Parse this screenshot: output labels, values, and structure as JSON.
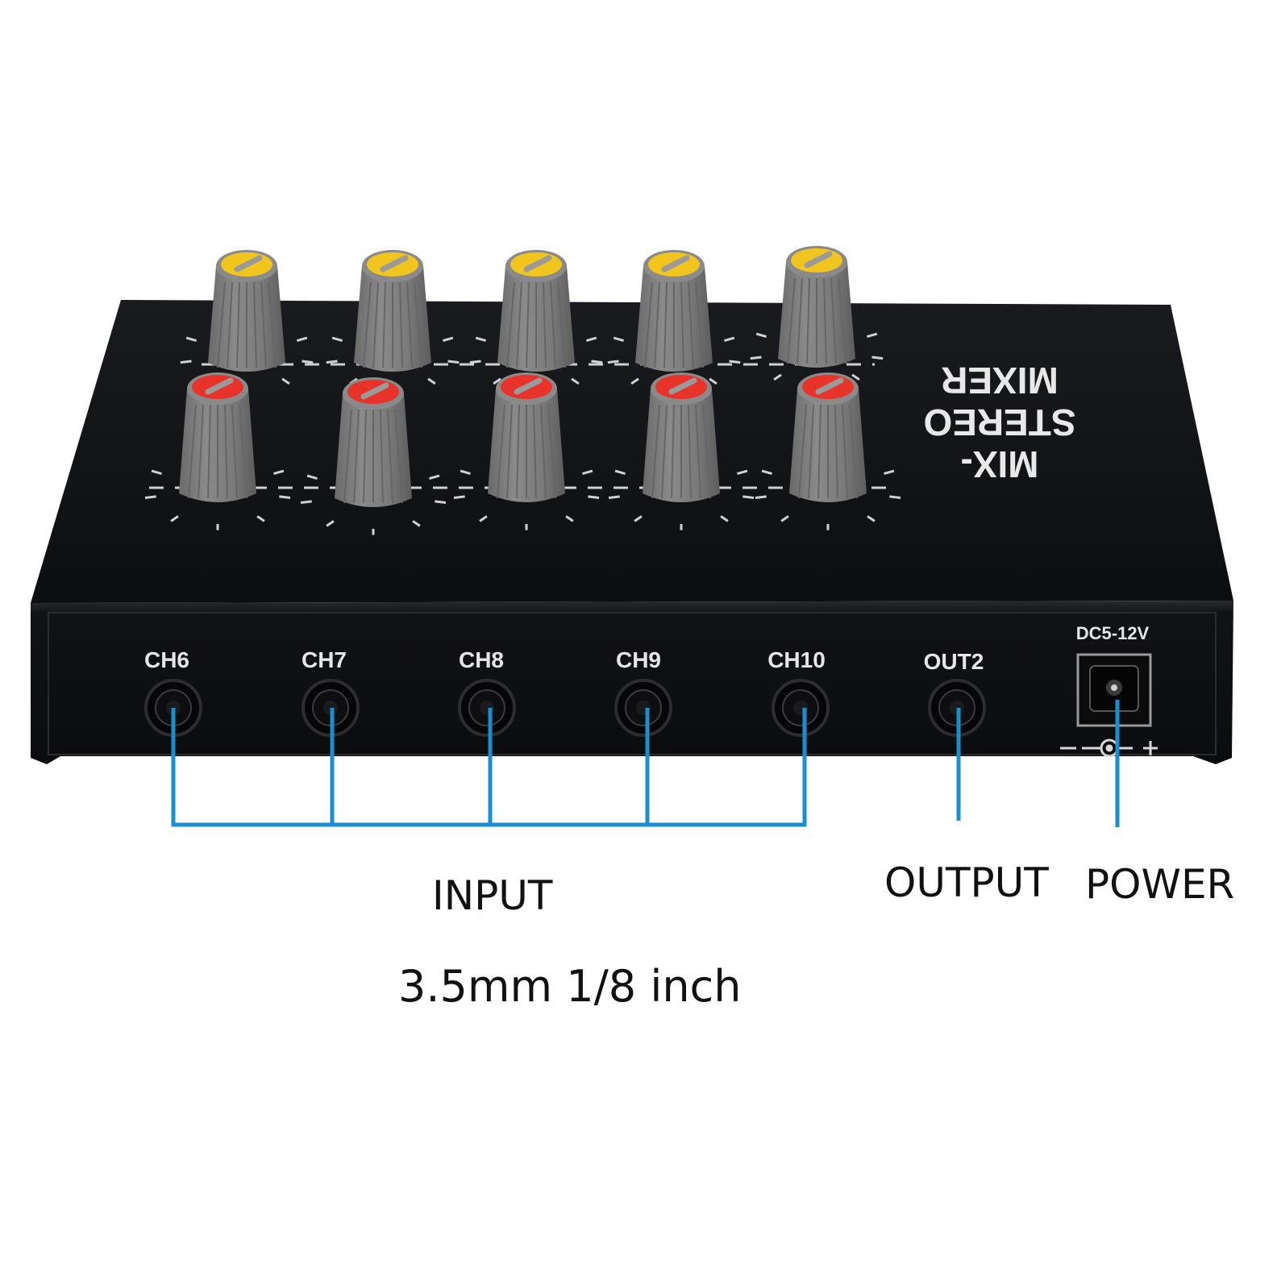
{
  "device": {
    "top_label_lines": [
      "MIX-",
      "STEREO",
      "MIXER"
    ],
    "channels": [
      "CH6",
      "CH7",
      "CH8",
      "CH9",
      "CH10"
    ],
    "output_label": "OUT2",
    "power_label": "DC5-12V",
    "polarity_minus": "–",
    "polarity_plus": "+",
    "colors": {
      "body": "#141517",
      "knob_body": "#7c7c7c",
      "knob_cap_top_row": "#f2c51e",
      "knob_cap_bottom_row": "#e8332a",
      "callout_line": "#1a8fd0"
    }
  },
  "captions": {
    "input": "INPUT",
    "jack_size": "3.5mm  1/8 inch",
    "output": "OUTPUT",
    "power": "POWER"
  }
}
